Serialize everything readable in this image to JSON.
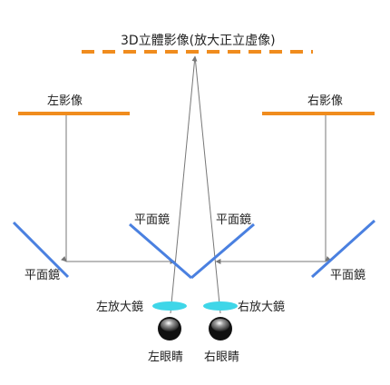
{
  "title": "3D立體影像(放大正立虛像)",
  "left_image": "左影像",
  "right_image": "右影像",
  "mirrors": {
    "outer_left": "平面鏡",
    "inner_left": "平面鏡",
    "inner_right": "平面鏡",
    "outer_right": "平面鏡"
  },
  "magnifiers": {
    "left": "左放大鏡",
    "right": "右放大鏡"
  },
  "eyes": {
    "left": "左眼睛",
    "right": "右眼睛"
  },
  "colors": {
    "image_bar": "#f08c1e",
    "mirror": "#4a80e0",
    "lens": "#3fd6e8",
    "ray": "#777777",
    "eye": "#111111"
  }
}
